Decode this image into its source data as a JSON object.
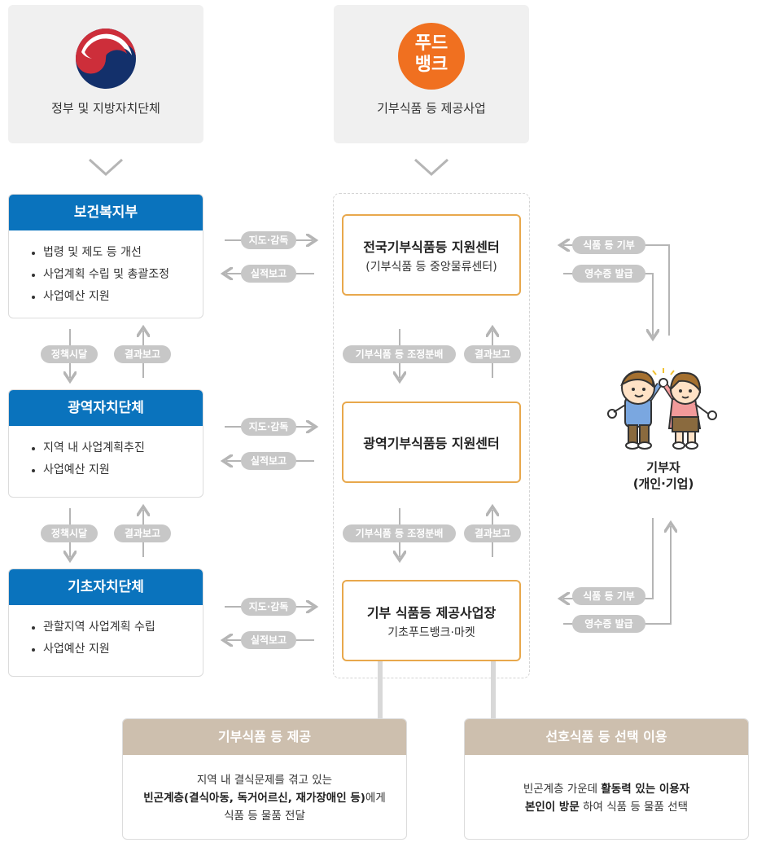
{
  "top": {
    "gov_label": "정부 및 지방자치단체",
    "foodbank_logo": "푸드뱅크",
    "foodbank_label": "기부식품 등 제공사업"
  },
  "gov_boxes": [
    {
      "title": "보건복지부",
      "items": [
        "법령 및 제도 등 개선",
        "사업계획 수립 및 총괄조정",
        "사업예산 지원"
      ]
    },
    {
      "title": "광역자치단체",
      "items": [
        "지역 내 사업계획추진",
        "사업예산 지원"
      ]
    },
    {
      "title": "기초자치단체",
      "items": [
        "관할지역 사업계획 수립",
        "사업예산 지원"
      ]
    }
  ],
  "centers": [
    {
      "title": "전국기부식품등 지원센터",
      "sub": "(기부식품 등 중앙물류센터)"
    },
    {
      "title": "광역기부식품등 지원센터",
      "sub": ""
    },
    {
      "title": "기부 식품등 제공사업장",
      "sub": "기초푸드뱅크·마켓"
    }
  ],
  "pills": {
    "guide": "지도·감독",
    "report": "실적보고",
    "policy": "정책시달",
    "result": "결과보고",
    "distribute": "기부식품 등 조정분배",
    "donate": "식품 등 기부",
    "receipt": "영수증 발급"
  },
  "donor": {
    "title": "기부자",
    "sub": "(개인·기업)"
  },
  "bottom": [
    {
      "title": "기부식품 등 제공",
      "line1": "지역 내 결식문제를 겪고 있는",
      "line2_bold": "빈곤계층(결식아동, 독거어르신, 재가장애인 등)",
      "line2_rest": "에게",
      "line3": "식품 등 물품 전달"
    },
    {
      "title": "선호식품 등 선택 이용",
      "line1_a": "빈곤계층 가운데 ",
      "line1_bold": "활동력 있는 이용자",
      "line2_bold": "본인이 방문",
      "line2_rest": " 하여 식품 등 물품 선택"
    }
  ],
  "colors": {
    "gov_blue": "#0a73bd",
    "center_orange": "#e8a84c",
    "pill_gray": "#c7c7c7",
    "bottom_beige": "#cdbfae",
    "logo_orange": "#f07020"
  }
}
